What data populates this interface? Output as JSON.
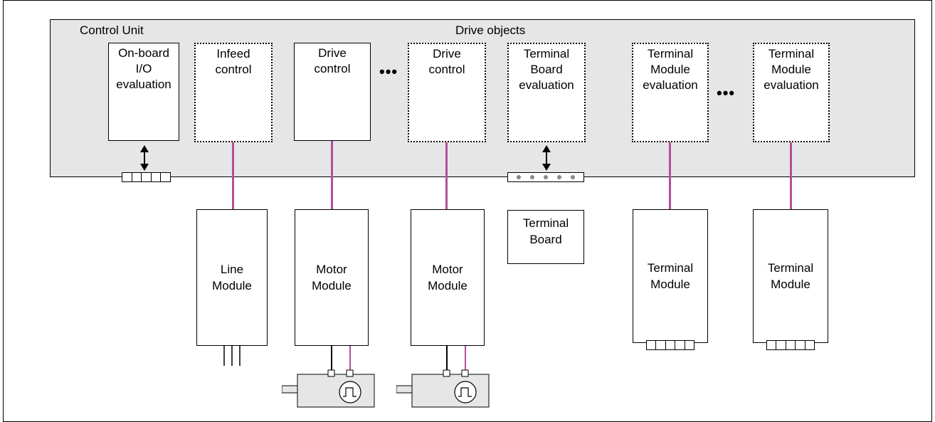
{
  "diagram": {
    "control_unit_label": "Control Unit",
    "drive_objects_label": "Drive objects",
    "onboard_io": [
      "On-board",
      "I/O",
      "evaluation"
    ],
    "infeed_control": [
      "Infeed",
      "control"
    ],
    "drive_control_1": [
      "Drive",
      "control"
    ],
    "drive_control_2": [
      "Drive",
      "control"
    ],
    "terminal_board_eval": [
      "Terminal",
      "Board",
      "evaluation"
    ],
    "terminal_module_eval_1": [
      "Terminal",
      "Module",
      "evaluation"
    ],
    "terminal_module_eval_2": [
      "Terminal",
      "Module",
      "evaluation"
    ],
    "ellipsis_1": "•••",
    "ellipsis_2": "•••",
    "line_module": [
      "Line",
      "Module"
    ],
    "motor_module_1": [
      "Motor",
      "Module"
    ],
    "motor_module_2": [
      "Motor",
      "Module"
    ],
    "terminal_board": [
      "Terminal",
      "Board"
    ],
    "terminal_module_1": [
      "Terminal",
      "Module"
    ],
    "terminal_module_2": [
      "Terminal",
      "Module"
    ],
    "colors": {
      "drive_cliq_line": "#b0509c",
      "panel_fill": "#e6e6e6",
      "motor_fill": "#e6e6e6"
    },
    "icons": [
      "double-arrow-icon",
      "encoder-pulse-icon",
      "motor-icon",
      "connector-icon"
    ]
  }
}
